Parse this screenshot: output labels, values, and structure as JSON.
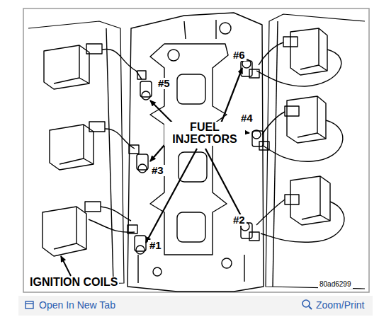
{
  "diagram": {
    "labels": [
      "#6",
      "#5",
      "FUEL INJECTORS",
      "#4",
      "#3",
      "#2",
      "#1",
      "IGNITION COILS",
      "80ad6299",
      "Open In New Tab",
      "Zoom/Print"
    ]
  }
}
